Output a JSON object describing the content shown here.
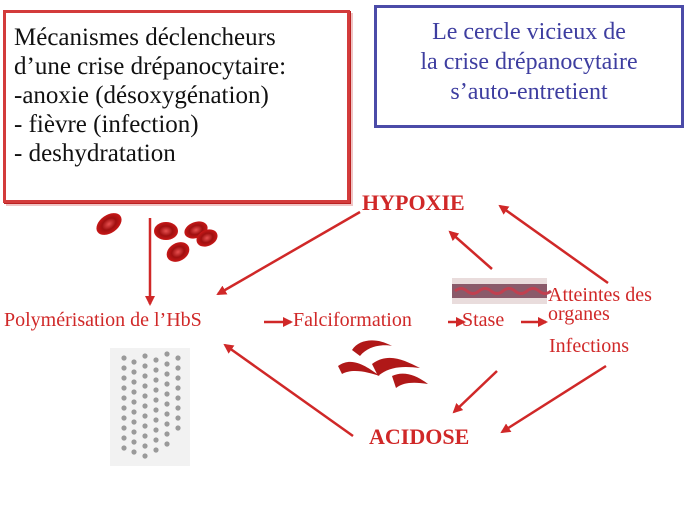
{
  "left_box": {
    "lines": [
      "Mécanismes déclencheurs",
      "d’une crise drépanocytaire:",
      "-anoxie (désoxygénation)",
      "- fièvre (infection)",
      "- deshydratation"
    ]
  },
  "right_box": {
    "lines": [
      "Le cercle vicieux de",
      "la crise drépanocytaire",
      "s’auto-entretient"
    ]
  },
  "nodes": {
    "hypoxie": "HYPOXIE",
    "acidose": "ACIDOSE",
    "polymerisation": "Polymérisation de l’HbS",
    "falciformation": "Falciformation",
    "stase": "Stase",
    "atteintes_line1": "Atteintes des",
    "atteintes_line2": "organes",
    "infections": "Infections"
  },
  "colors": {
    "red": "#d02828",
    "blue": "#3e3ea0",
    "text": "#111111"
  }
}
